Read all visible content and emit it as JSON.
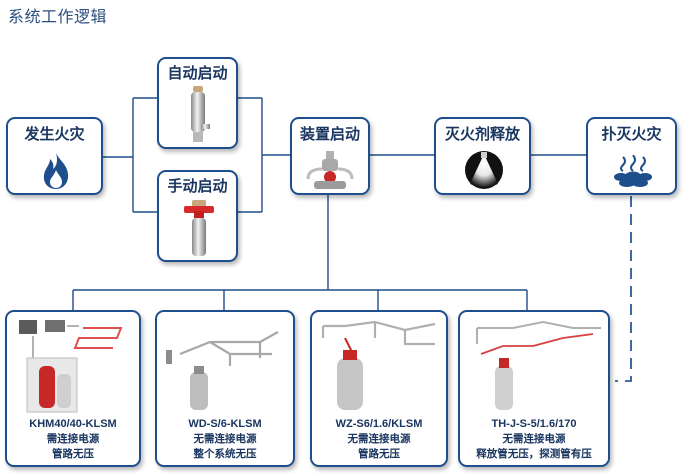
{
  "title": "系统工作逻辑",
  "nodes": {
    "fire_occurs": "发生火灾",
    "auto_start": "自动启动",
    "manual_start": "手动启动",
    "device_start": "装置启动",
    "agent_release": "灭火剂释放",
    "extinguish": "扑灭火灾"
  },
  "products": [
    {
      "model": "KHM40/40-KLSM",
      "line1": "需连接电源",
      "line2": "管路无压"
    },
    {
      "model": "WD-S/6-KLSM",
      "line1": "无需连接电源",
      "line2": "整个系统无压"
    },
    {
      "model": "WZ-S6/1.6/KLSM",
      "line1": "无需连接电源",
      "line2": "管路无压"
    },
    {
      "model": "TH-J-S-5/1.6/170",
      "line1": "无需连接电源",
      "line2": "释放管无压，探测管有压"
    }
  ],
  "icons": {
    "fire": "flame-icon",
    "auto": "auto-actuator-icon",
    "manual": "manual-actuator-icon",
    "device": "valve-assembly-icon",
    "release": "spray-nozzle-icon",
    "extinguish": "extinguished-embers-icon"
  },
  "colors": {
    "border": "#1f4e8c",
    "text": "#1a3660",
    "connector": "#1f4e8c",
    "dashed": "#2b5a96"
  }
}
